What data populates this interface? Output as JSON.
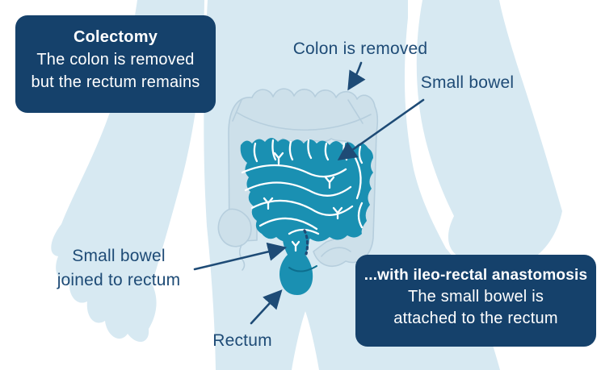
{
  "colors": {
    "paper": "#ffffff",
    "navy": "#15416b",
    "ink": "#1e4b76",
    "body_blue": "#d7e9f2",
    "ghost": "#cde0ea",
    "ghost_line": "#b6cedd",
    "teal": "#1a90b2"
  },
  "figure": {
    "labels": {
      "colon_removed": "Colon is removed",
      "small_bowel": "Small bowel",
      "joined_line1": "Small bowel",
      "joined_line2": "joined to rectum",
      "rectum": "Rectum"
    },
    "callout_colectomy": {
      "title": "Colectomy",
      "line1": "The colon is removed",
      "line2": "but the rectum remains"
    },
    "callout_anastomosis": {
      "title": "...with ileo-rectal anastomosis",
      "line1": "The small bowel is",
      "line2": "attached to the rectum"
    }
  }
}
